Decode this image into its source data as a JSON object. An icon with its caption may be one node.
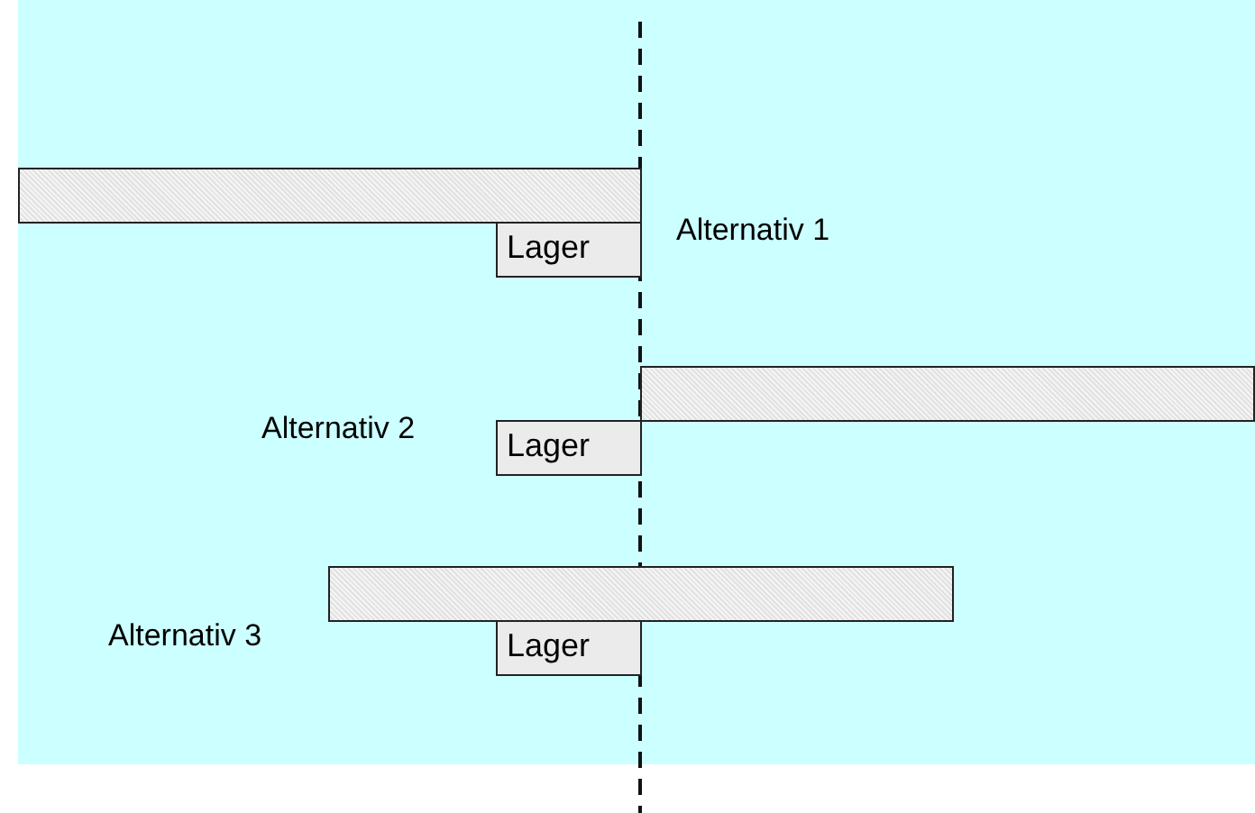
{
  "diagram": {
    "nodes": [
      {
        "text": [],
        "shape": "bar"
      },
      {
        "text": [
          "Lager"
        ]
      },
      {
        "text": [],
        "shape": "bar"
      },
      {
        "text": [
          "Lager"
        ]
      },
      {
        "text": [],
        "shape": "bar"
      },
      {
        "text": [
          "Lager"
        ]
      }
    ],
    "labels": [
      "Alternativ 1",
      "Alternativ 2",
      "Alternativ 3"
    ]
  }
}
